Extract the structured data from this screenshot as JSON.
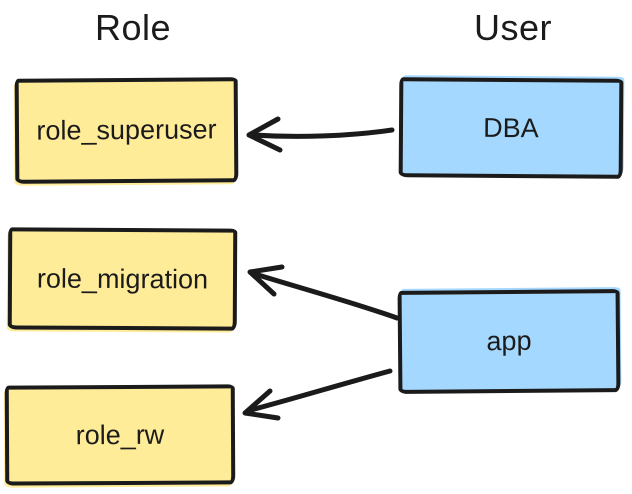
{
  "diagram": {
    "headings": [
      {
        "id": "role",
        "label": "Role"
      },
      {
        "id": "user",
        "label": "User"
      }
    ],
    "nodes": [
      {
        "id": "role_superuser",
        "label": "role_superuser",
        "kind": "role"
      },
      {
        "id": "role_migration",
        "label": "role_migration",
        "kind": "role"
      },
      {
        "id": "role_rw",
        "label": "role_rw",
        "kind": "role"
      },
      {
        "id": "dba",
        "label": "DBA",
        "kind": "user"
      },
      {
        "id": "app",
        "label": "app",
        "kind": "user"
      }
    ],
    "edges": [
      {
        "from": "DBA",
        "to": "role_superuser"
      },
      {
        "from": "app",
        "to": "role_migration"
      },
      {
        "from": "app",
        "to": "role_rw"
      }
    ],
    "colors": {
      "role_fill": "#ffec99",
      "user_fill": "#a5d8ff",
      "stroke": "#1b1b1b",
      "text": "#1b1b1b",
      "background": "#ffffff"
    }
  }
}
